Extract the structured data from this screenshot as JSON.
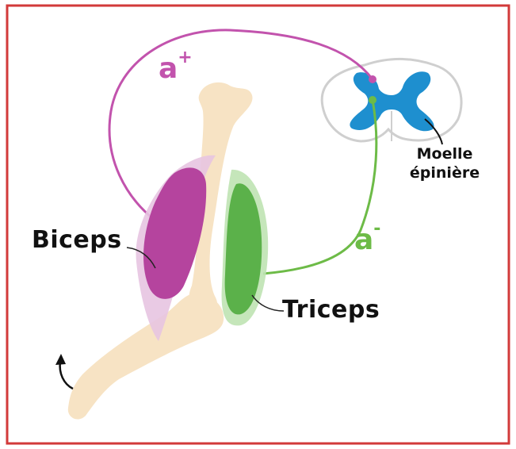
{
  "labels": {
    "biceps": "Biceps",
    "triceps": "Triceps",
    "spinal_cord_line1": "Moelle",
    "spinal_cord_line2": "épinière",
    "agonist_base": "a",
    "agonist_sign": "+",
    "antagonist_base": "a",
    "antagonist_sign": "-"
  },
  "colors": {
    "border": "#d23a3a",
    "bone": "#f7e3c4",
    "biceps": "#b5449e",
    "biceps_sheath": "#e7c4e1",
    "triceps": "#5bb14a",
    "triceps_sheath": "#bfe3b3",
    "grey_matter": "#1e8fcf",
    "agonist_nerve": "#c253ad",
    "antagonist_nerve": "#6dbb47"
  },
  "icons": [
    "flexion-arrow-icon"
  ]
}
